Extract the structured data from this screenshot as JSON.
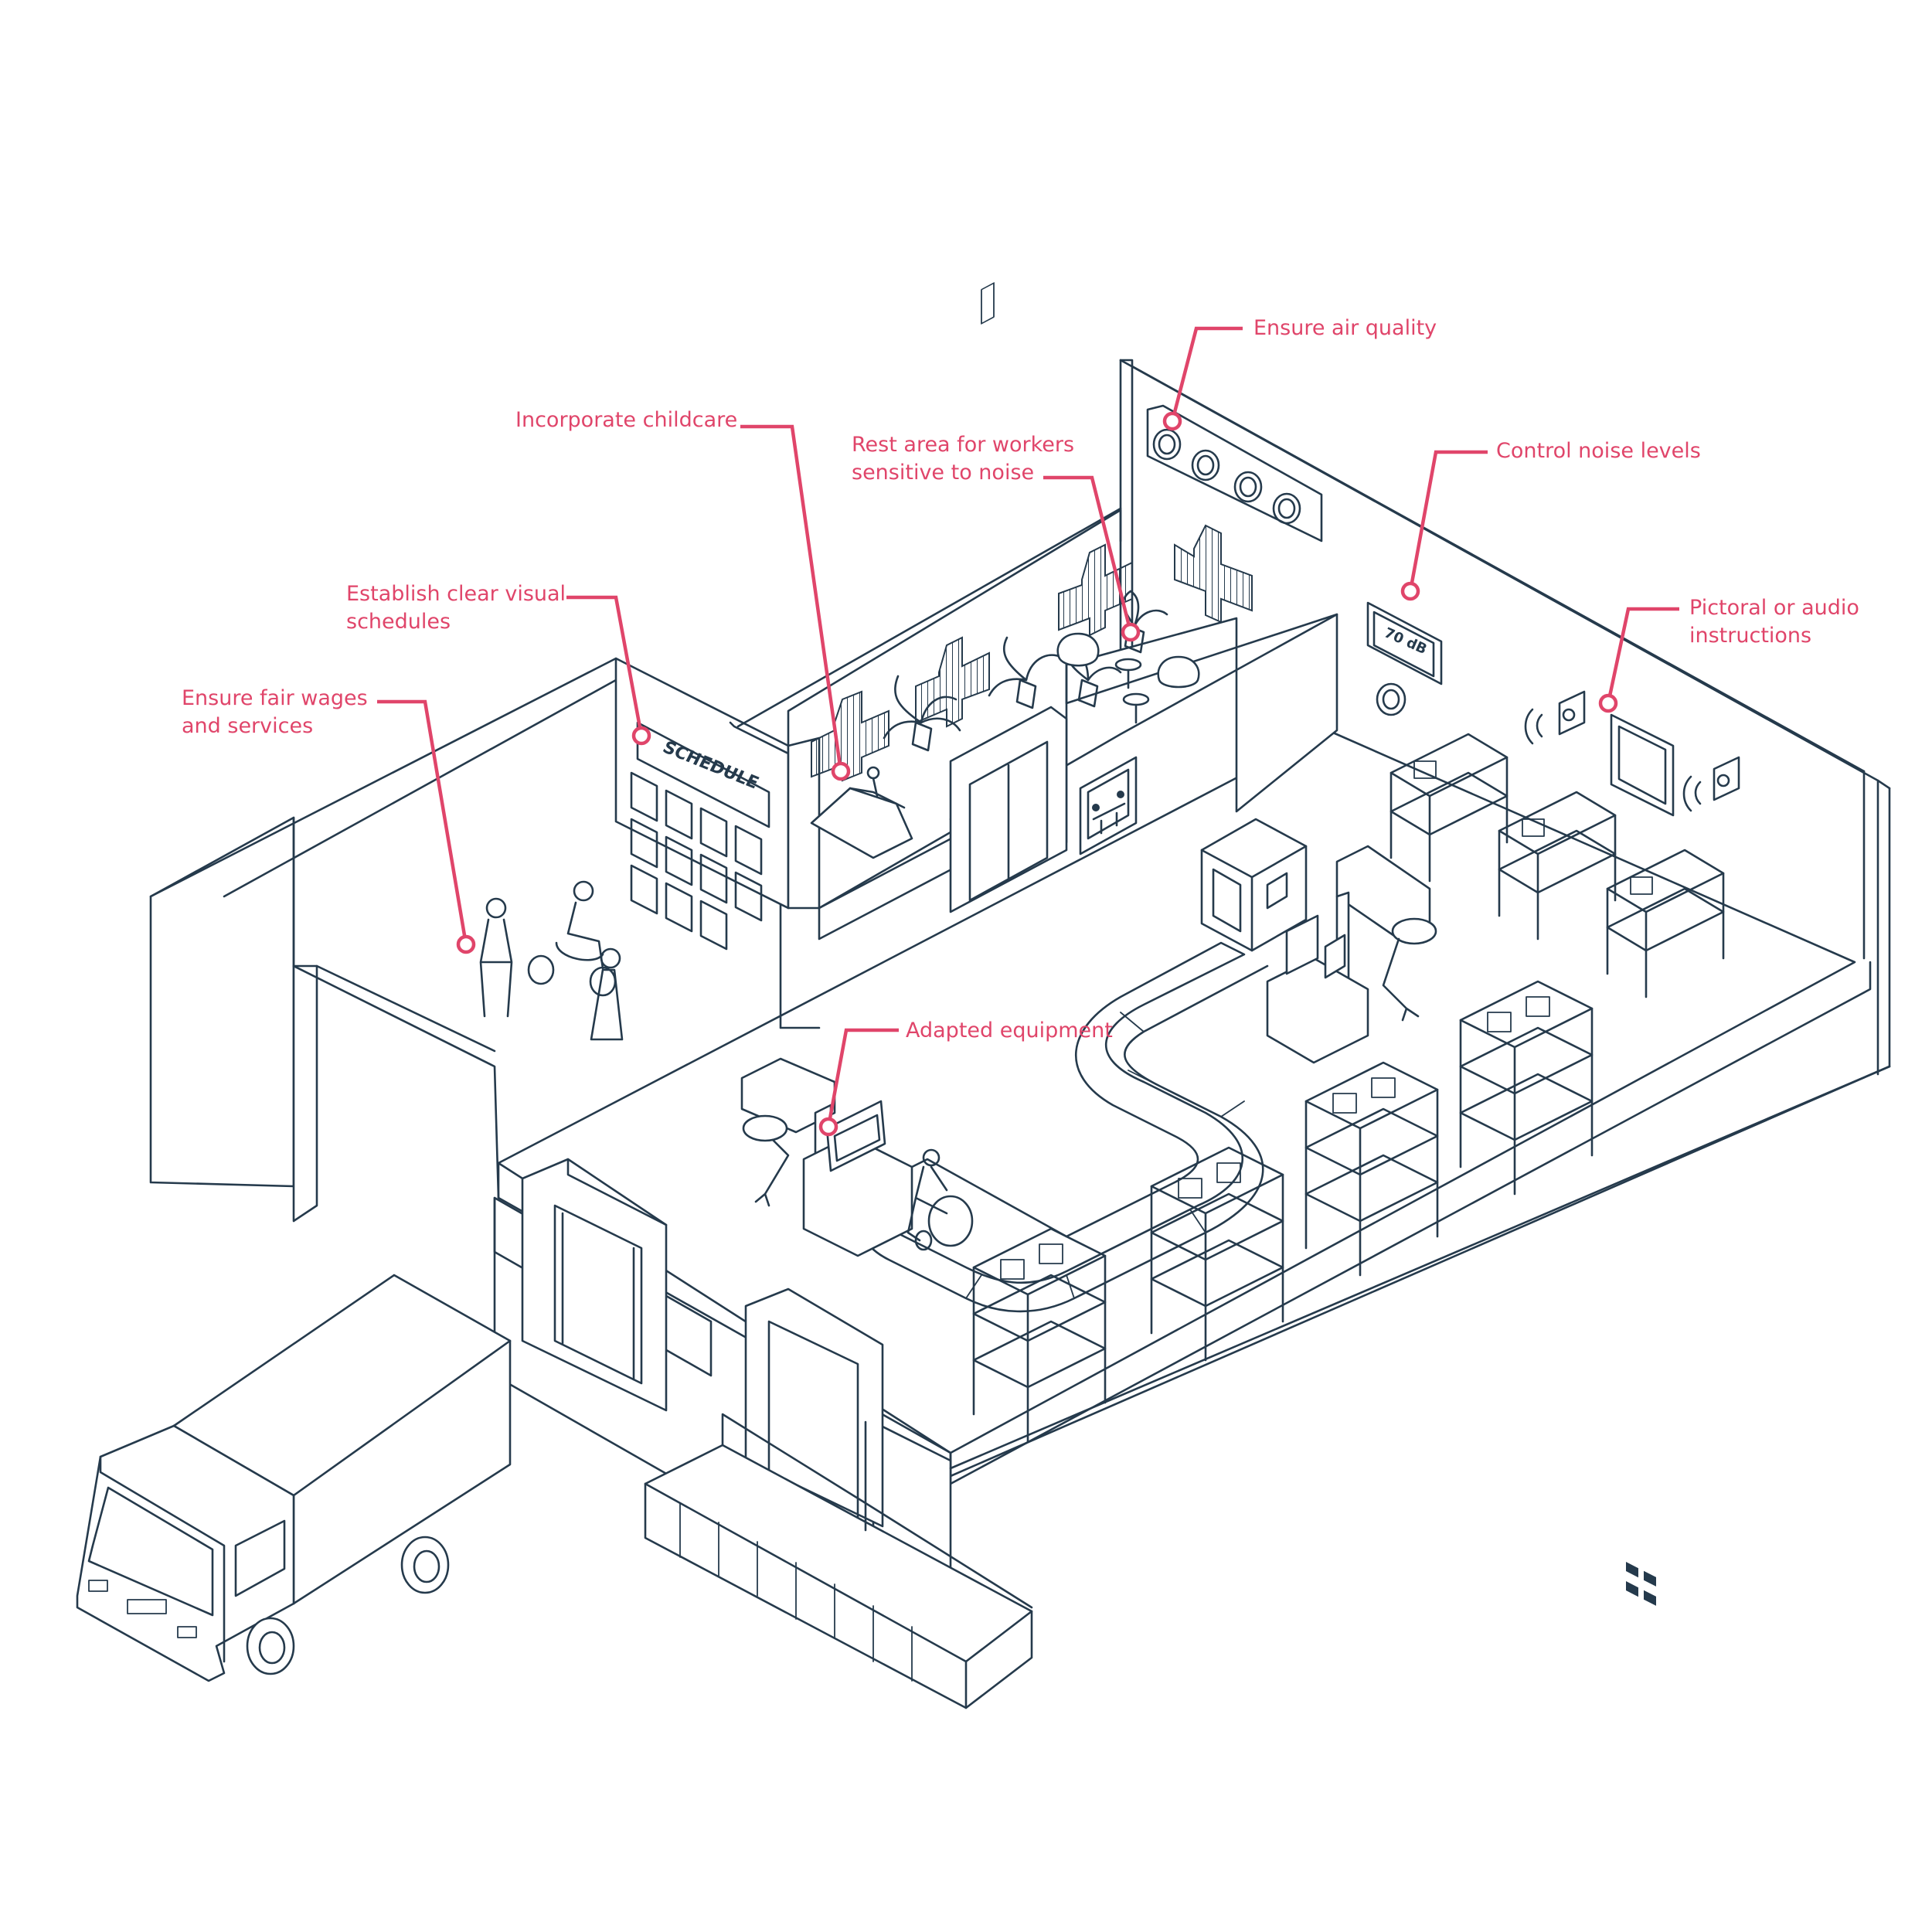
{
  "colors": {
    "accent": "#e0456a",
    "ink": "#253a4c",
    "background": "#ffffff"
  },
  "callouts": {
    "air_quality": {
      "lines": [
        "Ensure air quality"
      ]
    },
    "childcare": {
      "lines": [
        "Incorporate childcare"
      ]
    },
    "rest_area": {
      "lines": [
        "Rest area for workers",
        "sensitive to noise"
      ]
    },
    "noise_levels": {
      "lines": [
        "Control noise levels"
      ]
    },
    "visual_schedules": {
      "lines": [
        "Establish clear visual",
        "schedules"
      ]
    },
    "pictorial_instructions": {
      "lines": [
        "Pictoral or audio",
        "instructions"
      ]
    },
    "fair_wages": {
      "lines": [
        "Ensure fair wages",
        "and services"
      ]
    },
    "adapted_equipment": {
      "lines": [
        "Adapted equipment"
      ]
    }
  },
  "signs": {
    "schedule": "SCHEDULE",
    "noise_meter": "70 dB"
  },
  "icons": [
    "air-vent-icon",
    "noise-meter-icon",
    "speaker-icon",
    "pictogram-board-icon",
    "meeting-sign-icon",
    "acoustic-panel-icon",
    "plant-icon",
    "truck-icon",
    "robot-arm-icon",
    "wheelchair-icon"
  ]
}
